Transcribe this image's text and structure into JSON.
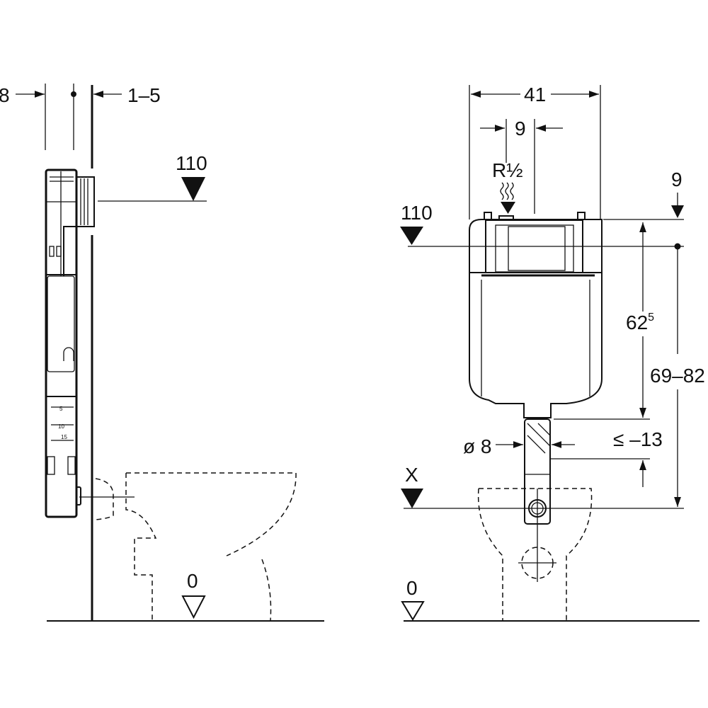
{
  "side_view": {
    "dim_left": "8",
    "dim_wall": "1–5",
    "dim_height": "110",
    "floor_level": "0",
    "scale_labels": [
      "5",
      "10",
      "15"
    ]
  },
  "front_view": {
    "dim_width": "41",
    "dim_inlet_offset": "9",
    "inlet_thread": "R½",
    "dim_top": "9",
    "dim_height": "110",
    "dim_tank_height_main": "62",
    "dim_tank_height_sup": "5",
    "dim_range": "69–82",
    "dim_pipe_diameter": "ø 8",
    "dim_pipe_cut": "≤ –13",
    "outlet_marker": "X",
    "floor_level": "0"
  }
}
